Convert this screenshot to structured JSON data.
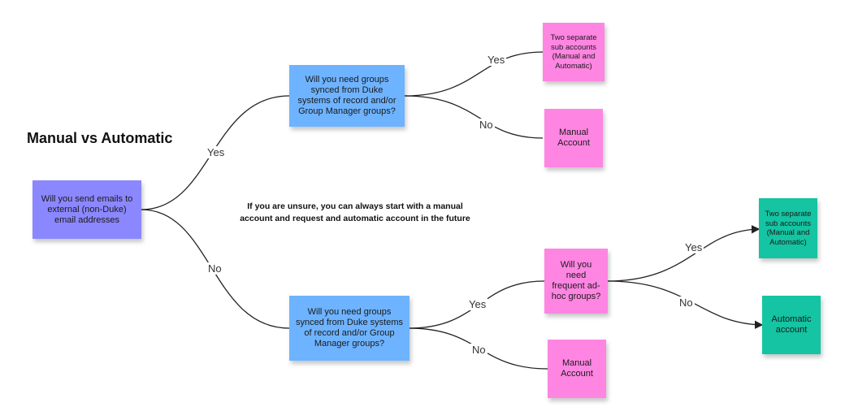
{
  "title": "Manual vs Automatic",
  "note": "If you are unsure, you can always start with a manual account and request and automatic account in the future",
  "nodes": {
    "root": "Will you send emails to external (non-Duke) email addresses",
    "q_top": "Will you need groups synced from Duke systems of record and/or Group Manager groups?",
    "top_yes_result": "Two separate sub accounts (Manual and Automatic)",
    "top_no_result": "Manual Account",
    "q_bottom": "Will you need groups synced from Duke systems of record and/or Group Manager groups?",
    "q_adhoc": "Will you need frequent ad-hoc groups?",
    "bottom_no_result": "Manual Account",
    "adhoc_yes_result": "Two separate sub accounts (Manual and Automatic)",
    "adhoc_no_result": "Automatic account"
  },
  "edge_labels": {
    "root_yes": "Yes",
    "root_no": "No",
    "top_yes": "Yes",
    "top_no": "No",
    "bottom_yes": "Yes",
    "bottom_no": "No",
    "adhoc_yes": "Yes",
    "adhoc_no": "No"
  },
  "colors": {
    "root": "#8b87ff",
    "question": "#6eb3ff",
    "manual_outcome": "#ff85e2",
    "automatic_outcome": "#14c4a2"
  }
}
